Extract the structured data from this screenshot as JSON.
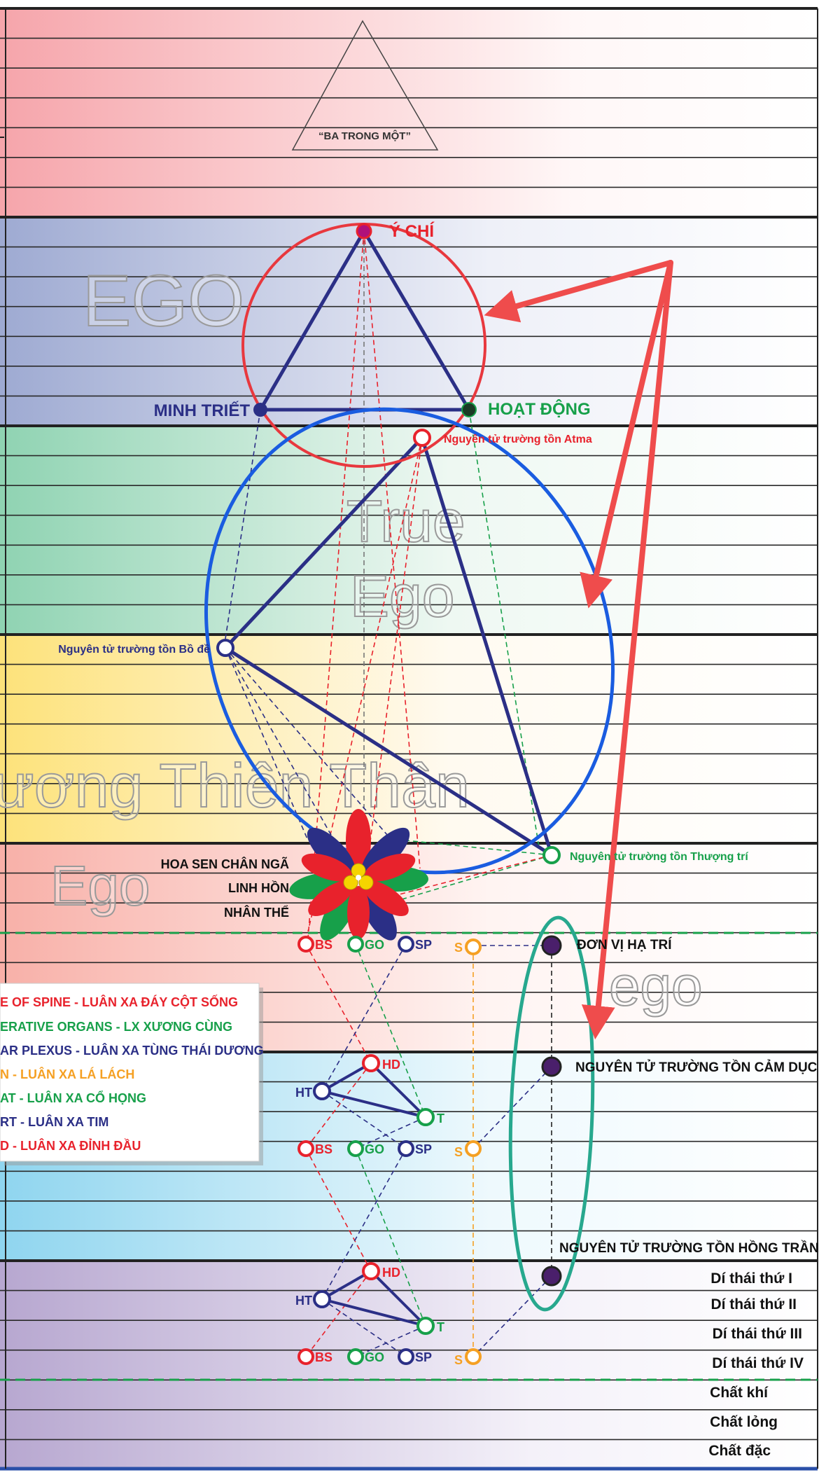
{
  "colors": {
    "red": "#e8222c",
    "navy": "#2b2f86",
    "green": "#17a04a",
    "orange": "#f5a023",
    "purple": "#4a1f6b",
    "teal": "#27a88e",
    "blue": "#1a5ce0",
    "arrow": "#ef4c4c"
  },
  "triad": {
    "caption": "“BA TRONG MỘT”"
  },
  "watermarks": {
    "ego_upper": "EGO",
    "true": "True",
    "ego_true": "Ego",
    "angel": "ương Thiên Thần",
    "ego_lotus": "Ego",
    "ego_lower": "ego"
  },
  "monad": {
    "will": "Ý CHÍ",
    "wisdom": "MINH TRIẾT",
    "activity": "HOẠT ĐỘNG"
  },
  "atoms": {
    "atma": "Nguyên tử trường tồn Atma",
    "bode": "Nguyên tử trường tồn Bồ đề",
    "thuongtri": "Nguyên tử trường tồn Thượng trí",
    "hatri": "ĐƠN VỊ HẠ TRÍ",
    "camduc": "NGUYÊN TỬ TRƯỜNG TỒN CẢM DỤC",
    "hongtran": "NGUYÊN TỬ TRƯỜNG TỒN HỒNG TRẦN"
  },
  "lotus": {
    "line1": "HOA SEN CHÂN NGÃ",
    "line2": "LINH HỒN",
    "line3": "NHÂN THỂ"
  },
  "chakra_codes": {
    "bs": "BS",
    "go": "GO",
    "sp": "SP",
    "s": "S",
    "hd": "HD",
    "ht": "HT",
    "t": "T"
  },
  "legend": [
    "E OF SPINE - LUÂN XA ĐÁY CỘT SỐNG",
    "ERATIVE ORGANS - LX XƯƠNG CÙNG",
    "AR PLEXUS - LUÂN XA TÙNG THÁI DƯƠNG",
    "N - LUÂN XA LÁ LÁCH",
    "AT - LUÂN XA CỔ HỌNG",
    "RT - LUÂN XA TIM",
    "D - LUÂN XA ĐỈNH ĐẦU"
  ],
  "subplanes": [
    "Dí thái thứ I",
    "Dí thái thứ II",
    "Dí thái thứ III",
    "Dí thái thứ IV",
    "Chất khí",
    "Chất lỏng",
    "Chất đặc"
  ]
}
